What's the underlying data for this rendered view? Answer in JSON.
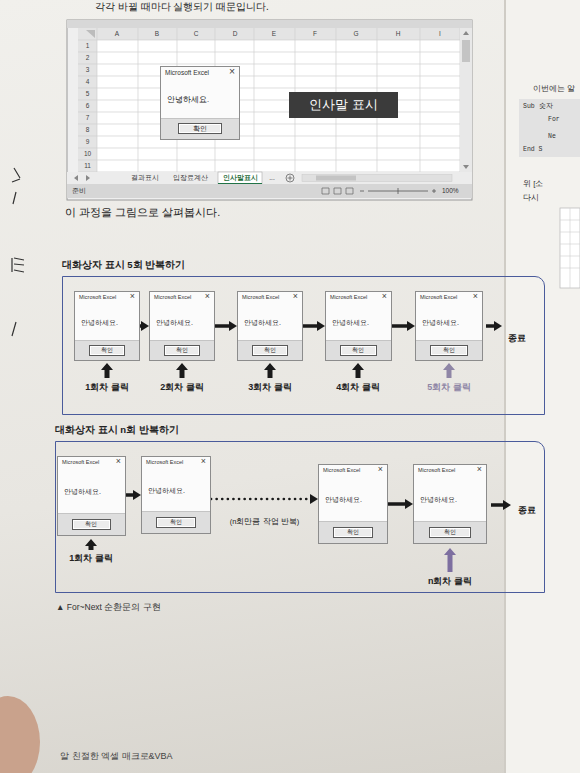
{
  "diagram": {
    "caption": "▲ For~Next 순환문의 구현",
    "nodes": [
      {
        "text": [
          "Microsoft Excel",
          "×",
          "안녕하세요."
        ]
      },
      {
        "text": [
          "확인"
        ],
        "in": 0
      },
      {
        "text": [
          "인사말 표시"
        ]
      },
      {
        "text": [
          "대화상자 표시 5회 반복하기"
        ]
      },
      {
        "text": [
          "Microsoft Excel",
          "×",
          "안녕하세요."
        ],
        "in": 3
      },
      {
        "text": [
          "확인"
        ],
        "in": 4
      },
      {
        "text": [
          "Microsoft Excel",
          "×",
          "안녕하세요."
        ],
        "in": 3
      },
      {
        "text": [
          "확인"
        ],
        "in": 6
      },
      {
        "text": [
          "Microsoft Excel",
          "×",
          "안녕하세요."
        ],
        "in": 3
      },
      {
        "text": [
          "확인"
        ],
        "in": 8
      },
      {
        "text": [
          "Microsoft Excel",
          "×",
          "안녕하세요."
        ],
        "in": 3
      },
      {
        "text": [
          "확인"
        ],
        "in": 10
      },
      {
        "text": [
          "Microsoft Excel",
          "×",
          "안녕하세요."
        ],
        "in": 3
      },
      {
        "text": [
          "확인"
        ],
        "in": 12
      },
      {
        "text": [
          "대화상자 표시 n회 반복하기"
        ]
      },
      {
        "text": [
          "Microsoft Excel",
          "×",
          "안녕하세요."
        ],
        "in": 14
      },
      {
        "text": [
          "확인"
        ],
        "in": 15
      },
      {
        "text": [
          "Microsoft Excel",
          "×",
          "안녕하세요."
        ],
        "in": 14
      },
      {
        "text": [
          "확인"
        ],
        "in": 17
      },
      {
        "text": [
          "Microsoft Excel",
          "×",
          "안녕하세요."
        ],
        "in": 14
      },
      {
        "text": [
          "확인"
        ],
        "in": 19
      },
      {
        "text": [
          "Microsoft Excel",
          "×",
          "안녕하세요."
        ],
        "in": 14
      },
      {
        "text": [
          "확인"
        ],
        "in": 21
      }
    ],
    "edges": [
      {
        "from": 4,
        "to": 6,
        "arrow": "to"
      },
      {
        "from": 6,
        "to": 8,
        "arrow": "to"
      },
      {
        "from": 8,
        "to": 10,
        "arrow": "to"
      },
      {
        "from": 10,
        "to": 12,
        "arrow": "to"
      },
      {
        "from": 15,
        "to": 17,
        "arrow": "to"
      },
      {
        "from": 17,
        "to": 19,
        "arrow": "to",
        "label": "(n회만큼 작업 반복)"
      },
      {
        "from": 19,
        "to": 21,
        "arrow": "to"
      }
    ],
    "labels": [
      "각각 바뀔 때마다 실행되기 때문입니다.",
      "A",
      "B",
      "C",
      "D",
      "E",
      "F",
      "G",
      "H",
      "I",
      "1",
      "2",
      "3",
      "4",
      "5",
      "6",
      "7",
      "8",
      "9",
      "10",
      "11",
      "결과표시",
      "입장료계산",
      "인사말표시",
      "...",
      "준비",
      "100%",
      "이 과정을 그림으로 살펴봅시다.",
      "1회차 클릭",
      "2회차 클릭",
      "3회차 클릭",
      "4회차 클릭",
      "5회차 클릭",
      "종료",
      "1회차 클릭",
      "n회차 클릭",
      "종료",
      "알 친절한 엑셀 매크로&VBA",
      "이번에는 알",
      "Sub 숫자",
      "For",
      "Ne",
      "End S",
      "위 [소",
      "다시"
    ]
  }
}
